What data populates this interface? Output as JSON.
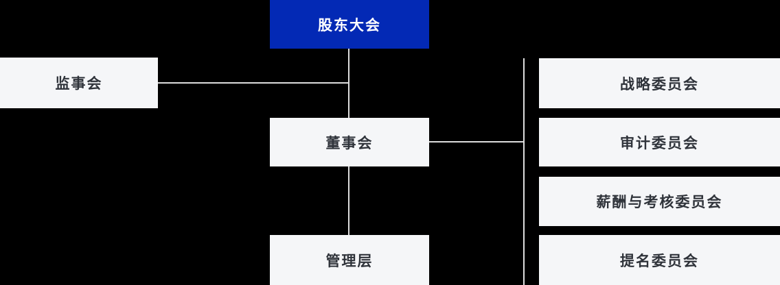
{
  "colors": {
    "background": "#000000",
    "primary_blue": "#0329b5",
    "node_bg": "#f5f6f8",
    "node_text": "#2f333a",
    "primary_node_text": "#ffffff",
    "connector": "#dedede"
  },
  "diagram": {
    "type": "org-chart",
    "nodes": [
      {
        "id": "shareholders",
        "label": "股东大会",
        "level": 1,
        "style": "primary"
      },
      {
        "id": "supervisory",
        "label": "监事会",
        "level": 2,
        "style": "default"
      },
      {
        "id": "board",
        "label": "董事会",
        "level": 2,
        "style": "default"
      },
      {
        "id": "management",
        "label": "管理层",
        "level": 3,
        "style": "default"
      },
      {
        "id": "strategy",
        "label": "战略委员会",
        "level": 2,
        "style": "default"
      },
      {
        "id": "audit",
        "label": "审计委员会",
        "level": 2,
        "style": "default"
      },
      {
        "id": "compensation",
        "label": "薪酬与考核委员会",
        "level": 2,
        "style": "default"
      },
      {
        "id": "nomination",
        "label": "提名委员会",
        "level": 2,
        "style": "default"
      }
    ],
    "edges": [
      {
        "from": "shareholders",
        "to": "board"
      },
      {
        "from": "supervisory",
        "to": "shareholders-board-trunk"
      },
      {
        "from": "board",
        "to": "management"
      },
      {
        "from": "board",
        "to": "committees-trunk"
      },
      {
        "from": "committees-trunk",
        "to": [
          "strategy",
          "audit",
          "compensation",
          "nomination"
        ]
      }
    ]
  }
}
